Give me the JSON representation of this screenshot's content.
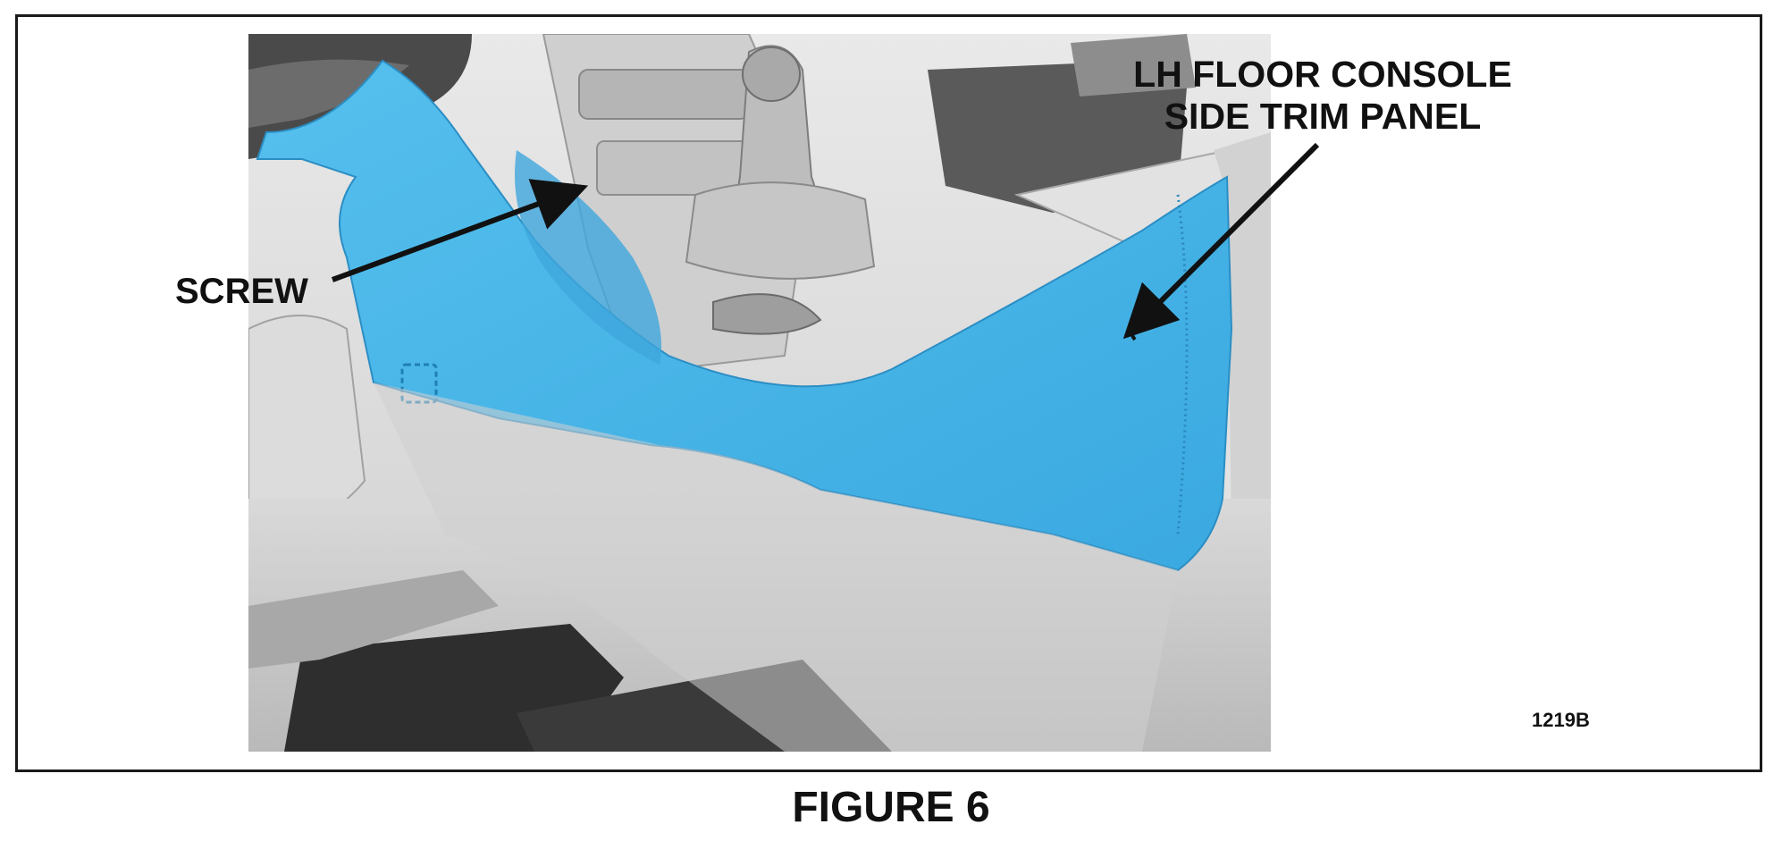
{
  "figure": {
    "caption": "FIGURE 6",
    "part_number": "1219B"
  },
  "callouts": {
    "screw": "SCREW",
    "panel": "LH FLOOR CONSOLE\nSIDE TRIM PANEL"
  },
  "colors": {
    "highlight": "#45b4e6",
    "highlight_dark": "#2f9fd6",
    "render_gray": "#d8d8d8",
    "render_dark": "#3a3a3a",
    "ink": "#111111"
  }
}
